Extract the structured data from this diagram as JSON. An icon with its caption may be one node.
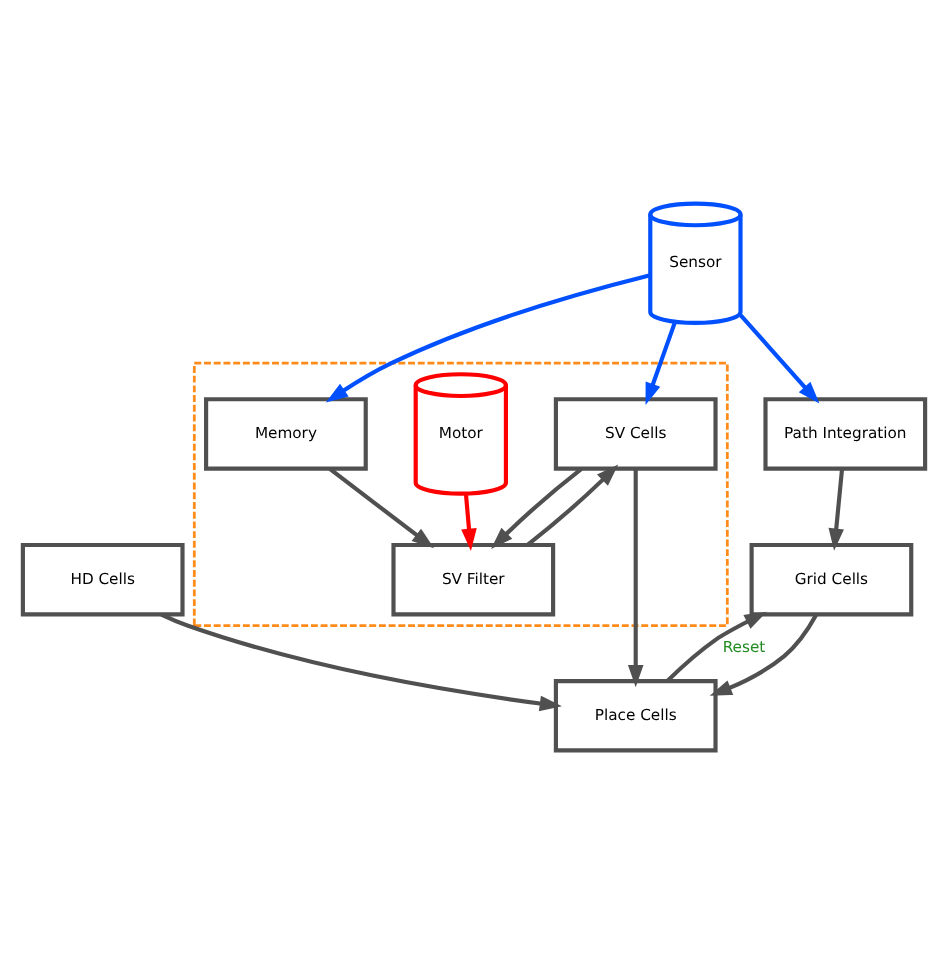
{
  "diagram": {
    "nodes": [
      {
        "text": [
          "Path Integration"
        ]
      },
      {
        "text": [
          "Grid Cells"
        ]
      },
      {
        "text": [
          "HD Cells"
        ]
      },
      {
        "text": [
          "Place Cells"
        ]
      },
      {
        "text": [
          "Sensor"
        ]
      },
      {
        "text": [],
        "shape": "box"
      },
      {
        "text": [
          "SV Cells"
        ],
        "in": 5
      },
      {
        "text": [
          "SV Filter"
        ],
        "in": 5
      },
      {
        "text": [
          "Motor"
        ],
        "in": 5
      },
      {
        "text": [
          "Memory"
        ],
        "in": 5
      }
    ],
    "edges": [
      {
        "from": 0,
        "to": 1,
        "arrow": "to"
      },
      {
        "from": 1,
        "to": 3,
        "arrow": "to"
      },
      {
        "from": 2,
        "to": 3,
        "arrow": "to"
      },
      {
        "from": 3,
        "to": 1,
        "arrow": "to",
        "label": "Reset"
      },
      {
        "from": 4,
        "to": 0,
        "arrow": "to",
        "color": "#0050ff"
      },
      {
        "from": 4,
        "to": 6,
        "arrow": "to",
        "color": "#0050ff"
      },
      {
        "from": 4,
        "to": 9,
        "arrow": "to",
        "color": "#0050ff"
      },
      {
        "from": 6,
        "to": 3,
        "arrow": "to"
      },
      {
        "from": 6,
        "to": 7,
        "arrow": "to"
      },
      {
        "from": 7,
        "to": 6,
        "arrow": "to"
      },
      {
        "from": 8,
        "to": 7,
        "arrow": "to",
        "color": "#ff0000"
      },
      {
        "from": 9,
        "to": 7,
        "arrow": "to"
      }
    ]
  }
}
